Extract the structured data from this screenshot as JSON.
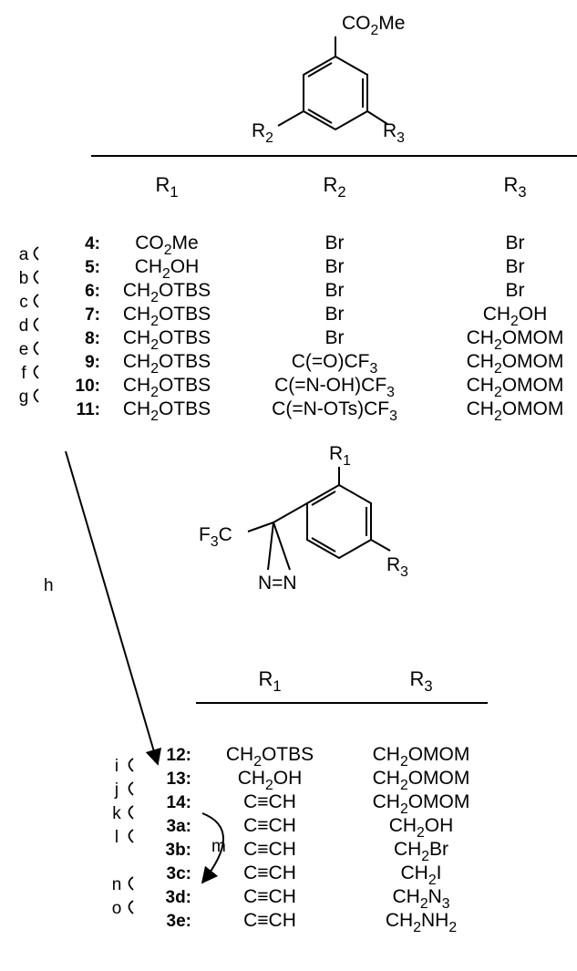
{
  "top_structure": {
    "substituent_top": "CO2Me",
    "substituent_left": "R2",
    "substituent_right": "R3"
  },
  "table1": {
    "headers": [
      "R1",
      "R2",
      "R3"
    ],
    "rows": [
      {
        "compound": "4:",
        "step": "a",
        "R1": "CO2Me",
        "R2": "Br",
        "R3": "Br"
      },
      {
        "compound": "5:",
        "step": "b",
        "R1": "CH2OH",
        "R2": "Br",
        "R3": "Br"
      },
      {
        "compound": "6:",
        "step": "c",
        "R1": "CH2OTBS",
        "R2": "Br",
        "R3": "Br"
      },
      {
        "compound": "7:",
        "step": "d",
        "R1": "CH2OTBS",
        "R2": "Br",
        "R3": "CH2OH"
      },
      {
        "compound": "8:",
        "step": "e",
        "R1": "CH2OTBS",
        "R2": "Br",
        "R3": "CH2OMOM"
      },
      {
        "compound": "9:",
        "step": "f",
        "R1": "CH2OTBS",
        "R2": "C(=O)CF3",
        "R3": "CH2OMOM"
      },
      {
        "compound": "10:",
        "step": "g",
        "R1": "CH2OTBS",
        "R2": "C(=N-OH)CF3",
        "R3": "CH2OMOM"
      },
      {
        "compound": "11:",
        "step": "",
        "R1": "CH2OTBS",
        "R2": "C(=N-OTs)CF3",
        "R3": "CH2OMOM"
      }
    ]
  },
  "transition_arrow_label": "h",
  "middle_structure": {
    "substituent_top": "R1",
    "substituent_left": "F3C",
    "substituent_right": "R3",
    "ring_label": "N=N"
  },
  "table2": {
    "headers": [
      "R1",
      "R3"
    ],
    "rows": [
      {
        "compound": "12:",
        "step": "i",
        "R1": "CH2OTBS",
        "R3": "CH2OMOM"
      },
      {
        "compound": "13:",
        "step": "j",
        "R1": "CH2OH",
        "R3": "CH2OMOM"
      },
      {
        "compound": "14:",
        "step": "k",
        "R1": "C≡CH",
        "R3": "CH2OMOM"
      },
      {
        "compound": "3a:",
        "step": "l",
        "R1": "C≡CH",
        "R3": "CH2OH"
      },
      {
        "compound": "3b:",
        "step": "",
        "R1": "C≡CH",
        "R3": "CH2Br"
      },
      {
        "compound": "3c:",
        "step": "n",
        "R1": "C≡CH",
        "R3": "CH2I"
      },
      {
        "compound": "3d:",
        "step": "o",
        "R1": "C≡CH",
        "R3": "CH2N3"
      },
      {
        "compound": "3e:",
        "step": "",
        "R1": "C≡CH",
        "R3": "CH2NH2"
      }
    ],
    "side_step": "m"
  }
}
